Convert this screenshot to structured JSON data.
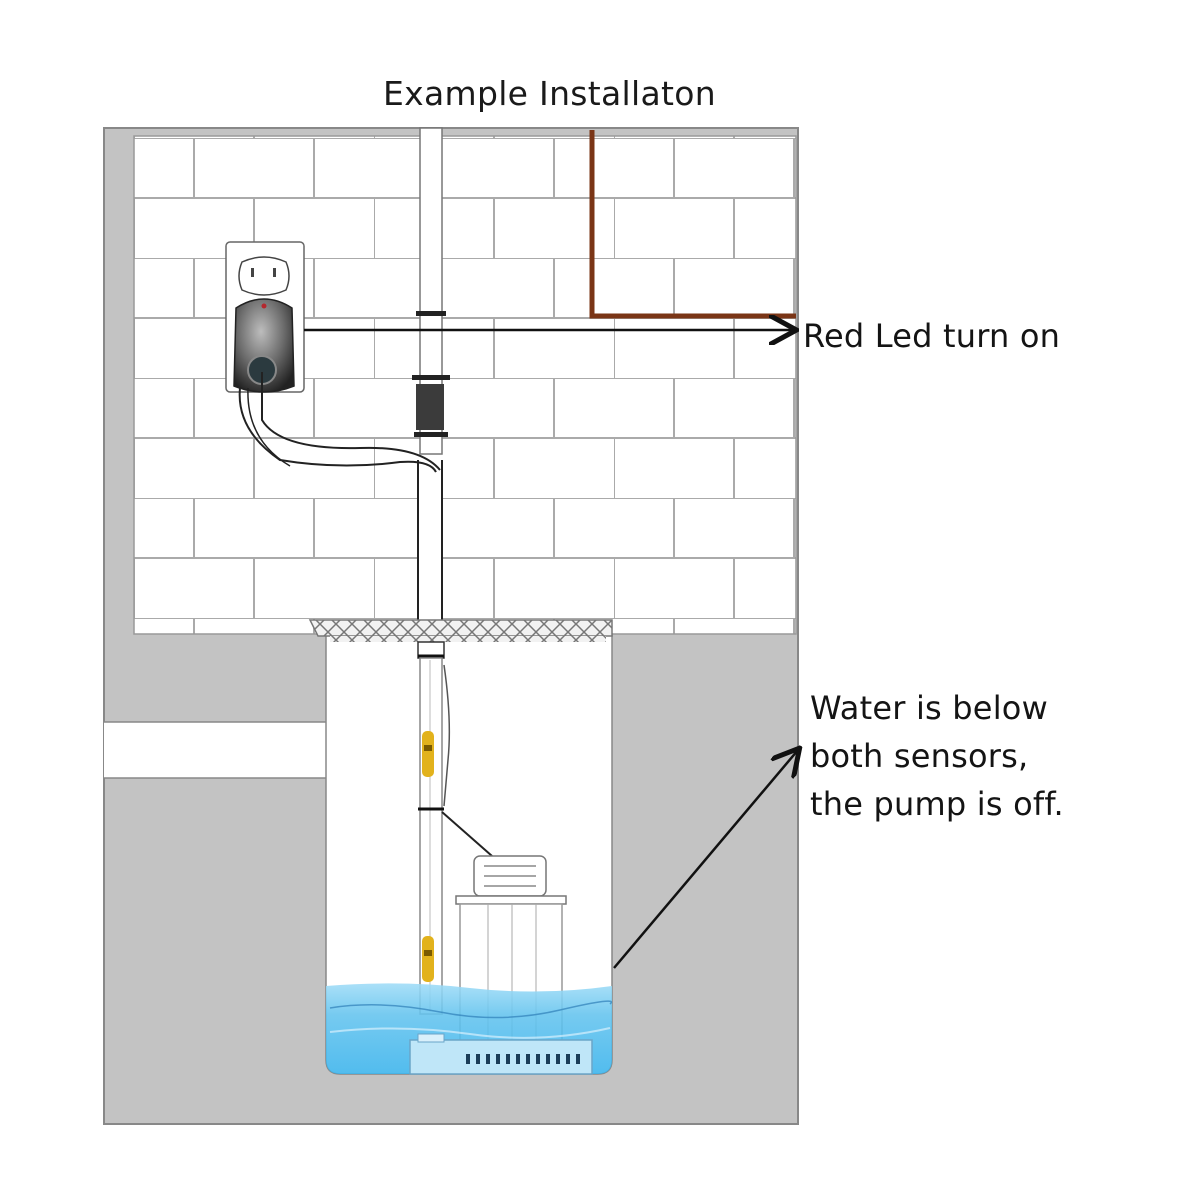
{
  "diagram": {
    "title": "Example Installaton",
    "annotations": {
      "led": "Red Led turn on",
      "water_lines": [
        "Water is below",
        "both sensors,",
        "the pump is off."
      ]
    },
    "components": {
      "outlet": "wall-outlet",
      "controller": "pump-controller-plug",
      "discharge_pipe": "discharge-pipe",
      "check_valve": "check-valve",
      "sensors": [
        "upper-float-sensor",
        "lower-float-sensor"
      ],
      "pump": "submersible-pump",
      "pit": "sump-pit",
      "water": "pit-water"
    },
    "colors": {
      "wall": "#c3c3c3",
      "brick_line": "#a9a9a9",
      "water": "#5cc1ee",
      "sensor": "#e2b21c",
      "wire": "#7a3516",
      "controller": "#4a4a4a"
    }
  }
}
